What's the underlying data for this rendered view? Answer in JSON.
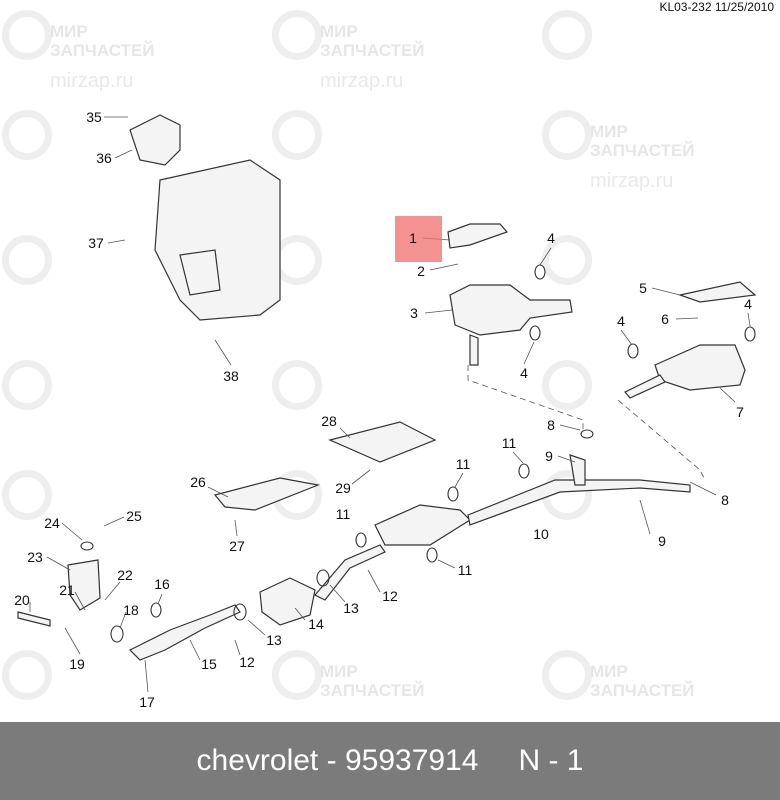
{
  "doc_id": "KL03-232 11/25/2010",
  "watermark": {
    "line1": "МИР",
    "line2": "ЗАПЧАСТЕЙ",
    "url": "mirzap.ru"
  },
  "callouts": [
    "35",
    "36",
    "37",
    "38",
    "1",
    "2",
    "4",
    "3",
    "5",
    "4",
    "6",
    "4",
    "4",
    "7",
    "8",
    "11",
    "9",
    "11",
    "8",
    "28",
    "29",
    "26",
    "27",
    "24",
    "25",
    "11",
    "10",
    "23",
    "22",
    "21",
    "16",
    "11",
    "9",
    "20",
    "18",
    "12",
    "13",
    "14",
    "13",
    "19",
    "15",
    "12",
    "17"
  ],
  "highlight": {
    "part": "1",
    "color": "#f06e6e"
  },
  "footer": {
    "brand": "chevrolet",
    "separator": "-",
    "part_number": "95937914",
    "position": "N - 1"
  }
}
